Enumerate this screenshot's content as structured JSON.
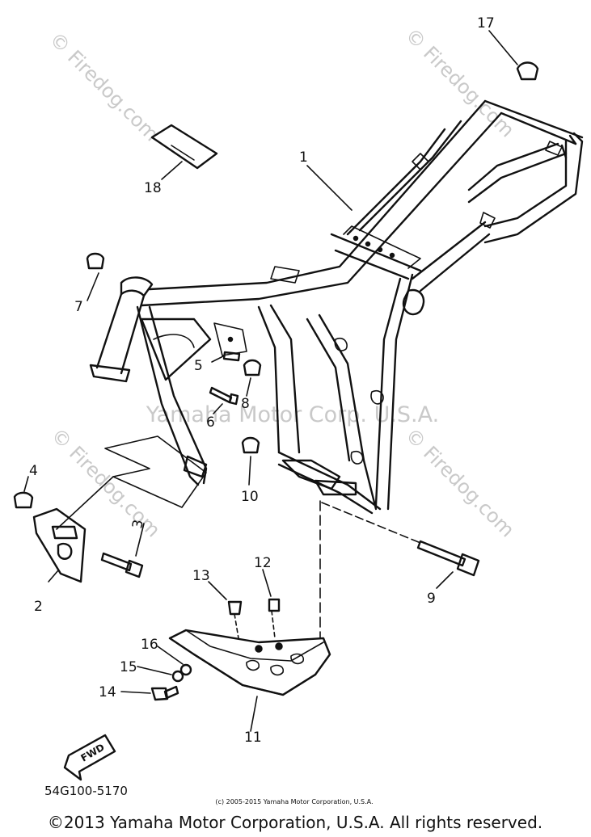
{
  "diagram": {
    "callouts": [
      "1",
      "2",
      "3",
      "4",
      "5",
      "6",
      "7",
      "8",
      "9",
      "10",
      "11",
      "12",
      "13",
      "14",
      "15",
      "16",
      "17",
      "18"
    ],
    "fwd_label": "FWD",
    "ref_code": "54G100-5170"
  },
  "watermarks": {
    "brand": "© Firedog.com",
    "center_text": "Yamaha Motor Corp. U.S.A.",
    "small_copyright": "(c) 2005-2015 Yamaha Motor Corporation, U.S.A."
  },
  "footer": {
    "copyright": "©2013 Yamaha Motor Corporation, U.S.A. All rights reserved."
  }
}
